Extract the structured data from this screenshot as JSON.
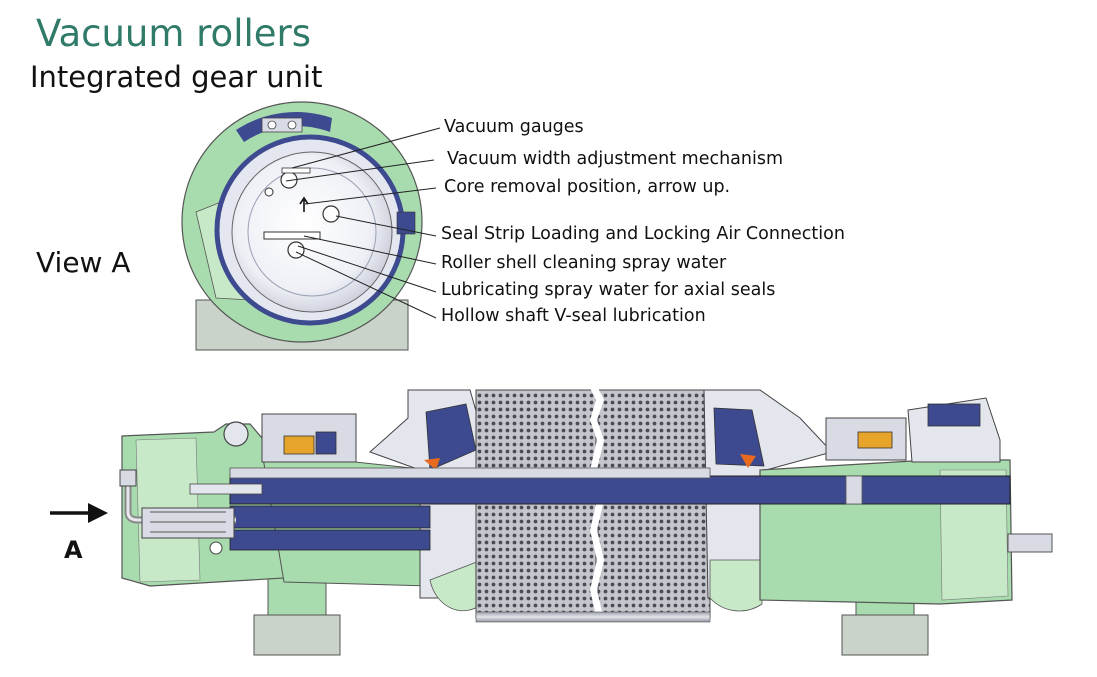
{
  "title": "Vacuum rollers",
  "subtitle": "Integrated gear unit",
  "view_label": "View A",
  "arrow_label": "A",
  "callouts": [
    "Vacuum gauges",
    "Vacuum width adjustment mechanism",
    "Core removal position, arrow up.",
    "Seal Strip Loading and Locking Air Connection",
    "Roller shell cleaning spray water",
    "Lubricating spray water for axial seals",
    "Hollow shaft V-seal lubrication"
  ],
  "colors": {
    "title": "#2f7a68",
    "housing_green": "#a8dcae",
    "shaft_blue": "#3d4a8f",
    "steel_gray": "#b8bcc8",
    "base_gray": "#c9d3c9"
  }
}
